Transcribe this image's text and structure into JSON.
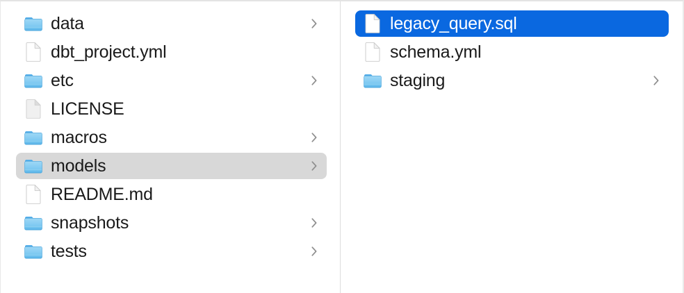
{
  "window": {
    "view_mode": "column",
    "accent_color": "#0a68e0",
    "soft_selection_color": "#d8d8d8",
    "divider_color": "#dcdcdc",
    "text_color": "#1a1a1a",
    "selected_text_color": "#ffffff"
  },
  "columns": [
    {
      "name": "parent-column",
      "items": [
        {
          "label": "data",
          "kind": "folder",
          "icon": "folder-icon",
          "has_chevron": true,
          "selected": false
        },
        {
          "label": "dbt_project.yml",
          "kind": "file",
          "icon": "file-icon",
          "has_chevron": false,
          "selected": false
        },
        {
          "label": "etc",
          "kind": "folder",
          "icon": "folder-icon",
          "has_chevron": true,
          "selected": false
        },
        {
          "label": "LICENSE",
          "kind": "file",
          "icon": "generic-file-icon",
          "has_chevron": false,
          "selected": false
        },
        {
          "label": "macros",
          "kind": "folder",
          "icon": "folder-icon",
          "has_chevron": true,
          "selected": false
        },
        {
          "label": "models",
          "kind": "folder",
          "icon": "folder-icon",
          "has_chevron": true,
          "selected": "soft"
        },
        {
          "label": "README.md",
          "kind": "file",
          "icon": "file-icon",
          "has_chevron": false,
          "selected": false
        },
        {
          "label": "snapshots",
          "kind": "folder",
          "icon": "folder-icon",
          "has_chevron": true,
          "selected": false
        },
        {
          "label": "tests",
          "kind": "folder",
          "icon": "folder-icon",
          "has_chevron": true,
          "selected": false
        }
      ]
    },
    {
      "name": "child-column",
      "items": [
        {
          "label": "legacy_query.sql",
          "kind": "file",
          "icon": "file-icon",
          "has_chevron": false,
          "selected": "strong"
        },
        {
          "label": "schema.yml",
          "kind": "file",
          "icon": "file-icon",
          "has_chevron": false,
          "selected": false
        },
        {
          "label": "staging",
          "kind": "folder",
          "icon": "folder-icon",
          "has_chevron": true,
          "selected": false
        }
      ]
    }
  ]
}
